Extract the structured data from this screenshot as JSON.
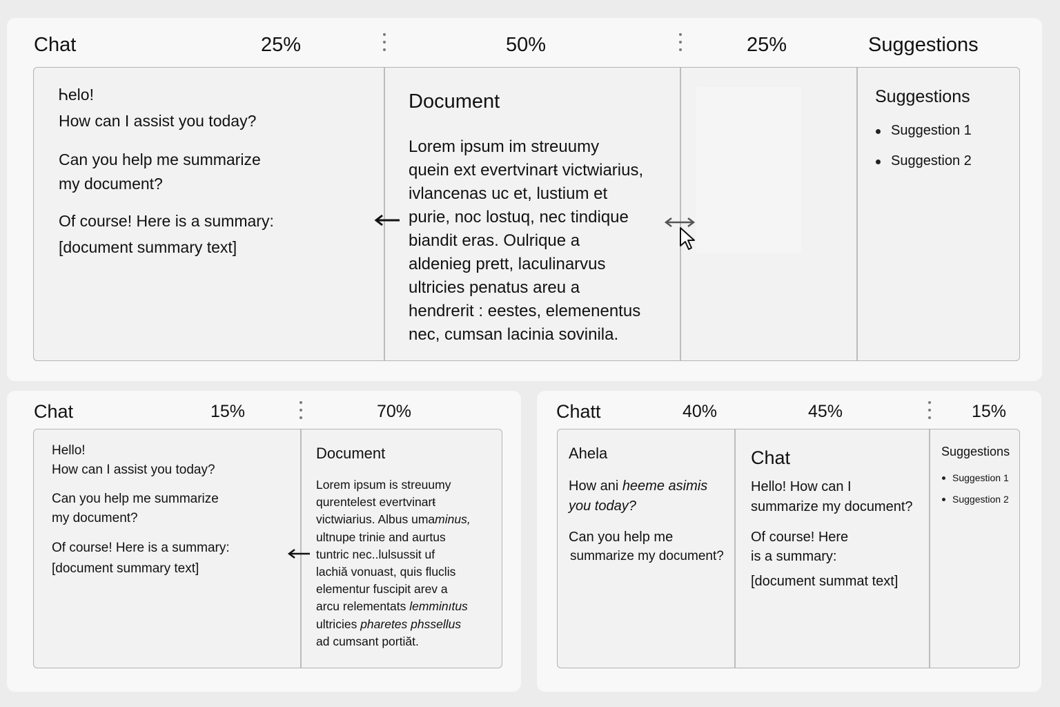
{
  "top": {
    "header": {
      "chat_label": "Chat",
      "pct_left": "25%",
      "pct_mid": "50%",
      "pct_right": "25%",
      "suggestions_label": "Suggestions"
    },
    "chat": {
      "greeting": "Ꮒelo!",
      "assist": "How can I assist you today?",
      "question_1": "Can you help me summarize",
      "question_2": "my document?",
      "answer_1": "Of course! Here is a summary:",
      "answer_2": "[document summary text]"
    },
    "document": {
      "title": "Document",
      "lines": [
        "Lorem ipsum im streuumy",
        "quein ext evertvinarŧ victwiarius,",
        "ivlancenas uc et, lustium et",
        "purie, noc lostuq, nec tindique",
        "biandit eras. Oulrique a",
        "aldenieg prett, laculinarvus",
        "ultricies penatus areu a",
        "hendrerit : eestes, elemenentus",
        "nec, cumsan lacinia sovinila."
      ]
    },
    "suggestions": {
      "title": "Suggestions",
      "items": [
        "Suggestion 1",
        "Suggestion 2"
      ]
    }
  },
  "bottom_left": {
    "header": {
      "chat_label": "Chat",
      "pct_left": "15%",
      "pct_right": "70%"
    },
    "chat": {
      "greeting": "Hello!",
      "assist": "How can I assist you today?",
      "question_1": "Can you help me summarize",
      "question_2": "my document?",
      "answer_1": "Of course! Here is a summary:",
      "answer_2": "[document summary text]"
    },
    "document": {
      "title": "Document",
      "lines": [
        "Lorem ipsum is streuumy",
        "qurentelest evertvinarŧ",
        "victwiarius. Albus uma",
        "ultnupe trinie and aurtus",
        "tuntric nec..lulsussit uf",
        "lachiă vonuast, quis fluclis",
        "elementur fuscipit arev  a",
        "arcu relementats ",
        "ultricies ",
        "ad cumsant portiăt."
      ],
      "line_3_italic": "minus,",
      "line_8_italic": "lemminıtus",
      "line_9_italic": "pharetes phssellus"
    }
  },
  "bottom_right": {
    "header": {
      "chat_label": "Chatt",
      "pct_left": "40%",
      "pct_mid": "45%",
      "pct_right": "15%"
    },
    "left_pane": {
      "title": "Ahela",
      "line_1a": "How ani ",
      "line_1b": "heeme asimis",
      "line_2": "you today?",
      "line_3": "Can you help me",
      "line_4": "summarize my document?"
    },
    "chat": {
      "title": "Chat",
      "line_1": "Hello!  How can I",
      "line_2": "summarize my document?",
      "line_3": "Of course! Here",
      "line_4": "is a summary:",
      "line_5": "[document summat text]"
    },
    "suggestions": {
      "title": "Suggestions",
      "items": [
        "Suggestion 1",
        "Suggestion 2"
      ]
    }
  }
}
